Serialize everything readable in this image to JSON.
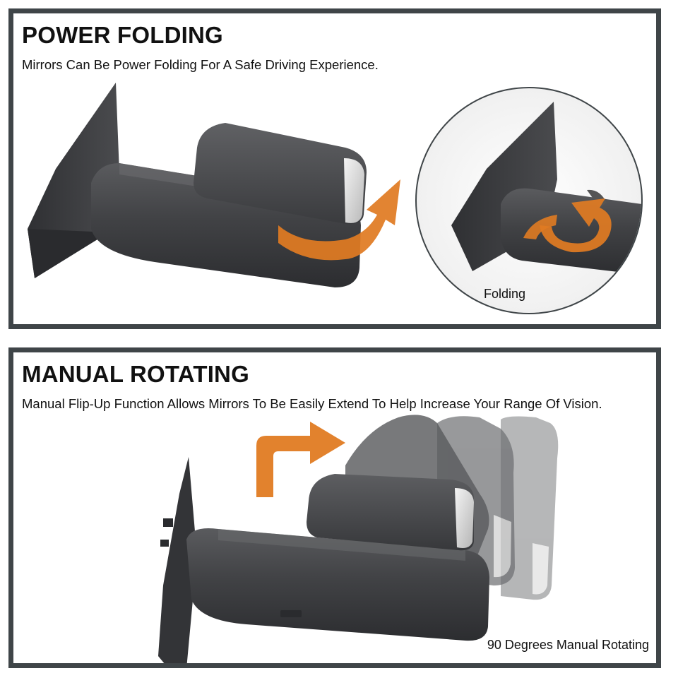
{
  "power_folding": {
    "title": "POWER FOLDING",
    "subtitle": "Mirrors Can Be Power Folding For A Safe Driving Experience.",
    "inset_caption": "Folding"
  },
  "manual_rotating": {
    "title": "MANUAL ROTATING",
    "subtitle": "Manual Flip-Up Function Allows Mirrors To Be Easily Extend To Help Increase Your Range Of Vision.",
    "caption": "90 Degrees Manual Rotating"
  },
  "colors": {
    "frame": "#3f4548",
    "accent_arrow": "#e07b22",
    "mirror_body": "#3e3f42"
  },
  "icons": [
    "curved-arrow-icon",
    "rotate-arrow-icon",
    "up-right-arrow-icon"
  ]
}
